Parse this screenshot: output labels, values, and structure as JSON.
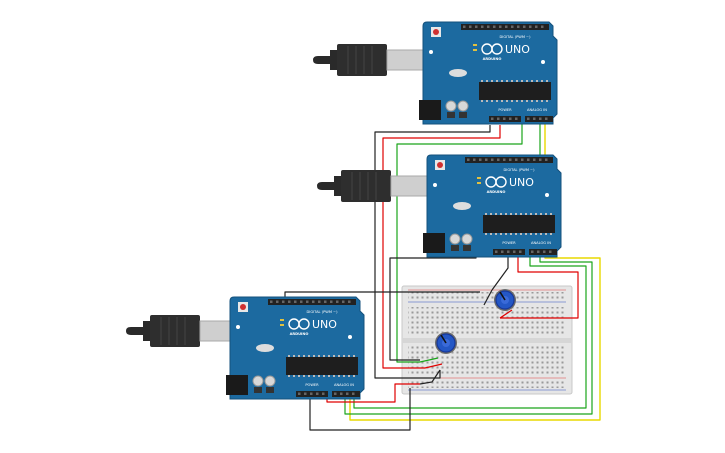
{
  "boards": [
    {
      "id": "uno-top",
      "logo_text": "UNO",
      "brand": "ARDUINO",
      "digital_label": "DIGITAL (PWM ~)",
      "power_label": "POWER",
      "analog_label": "ANALOG IN"
    },
    {
      "id": "uno-middle",
      "logo_text": "UNO",
      "brand": "ARDUINO",
      "digital_label": "DIGITAL (PWM ~)",
      "power_label": "POWER",
      "analog_label": "ANALOG IN"
    },
    {
      "id": "uno-bottom",
      "logo_text": "UNO",
      "brand": "ARDUINO",
      "digital_label": "DIGITAL (PWM ~)",
      "power_label": "POWER",
      "analog_label": "ANALOG IN"
    }
  ],
  "components": {
    "breadboard": "breadboard",
    "potentiometers": 2,
    "usb_cables": 3
  },
  "colors": {
    "board": "#1c6aa0",
    "board_dark": "#14517c",
    "header": "#222222",
    "breadboard": "#e6e6e6",
    "wire_red": "#e00000",
    "wire_green": "#1aa51a",
    "wire_yellow": "#e8d800",
    "wire_black": "#222222",
    "pot_knob": "#2457c5"
  }
}
